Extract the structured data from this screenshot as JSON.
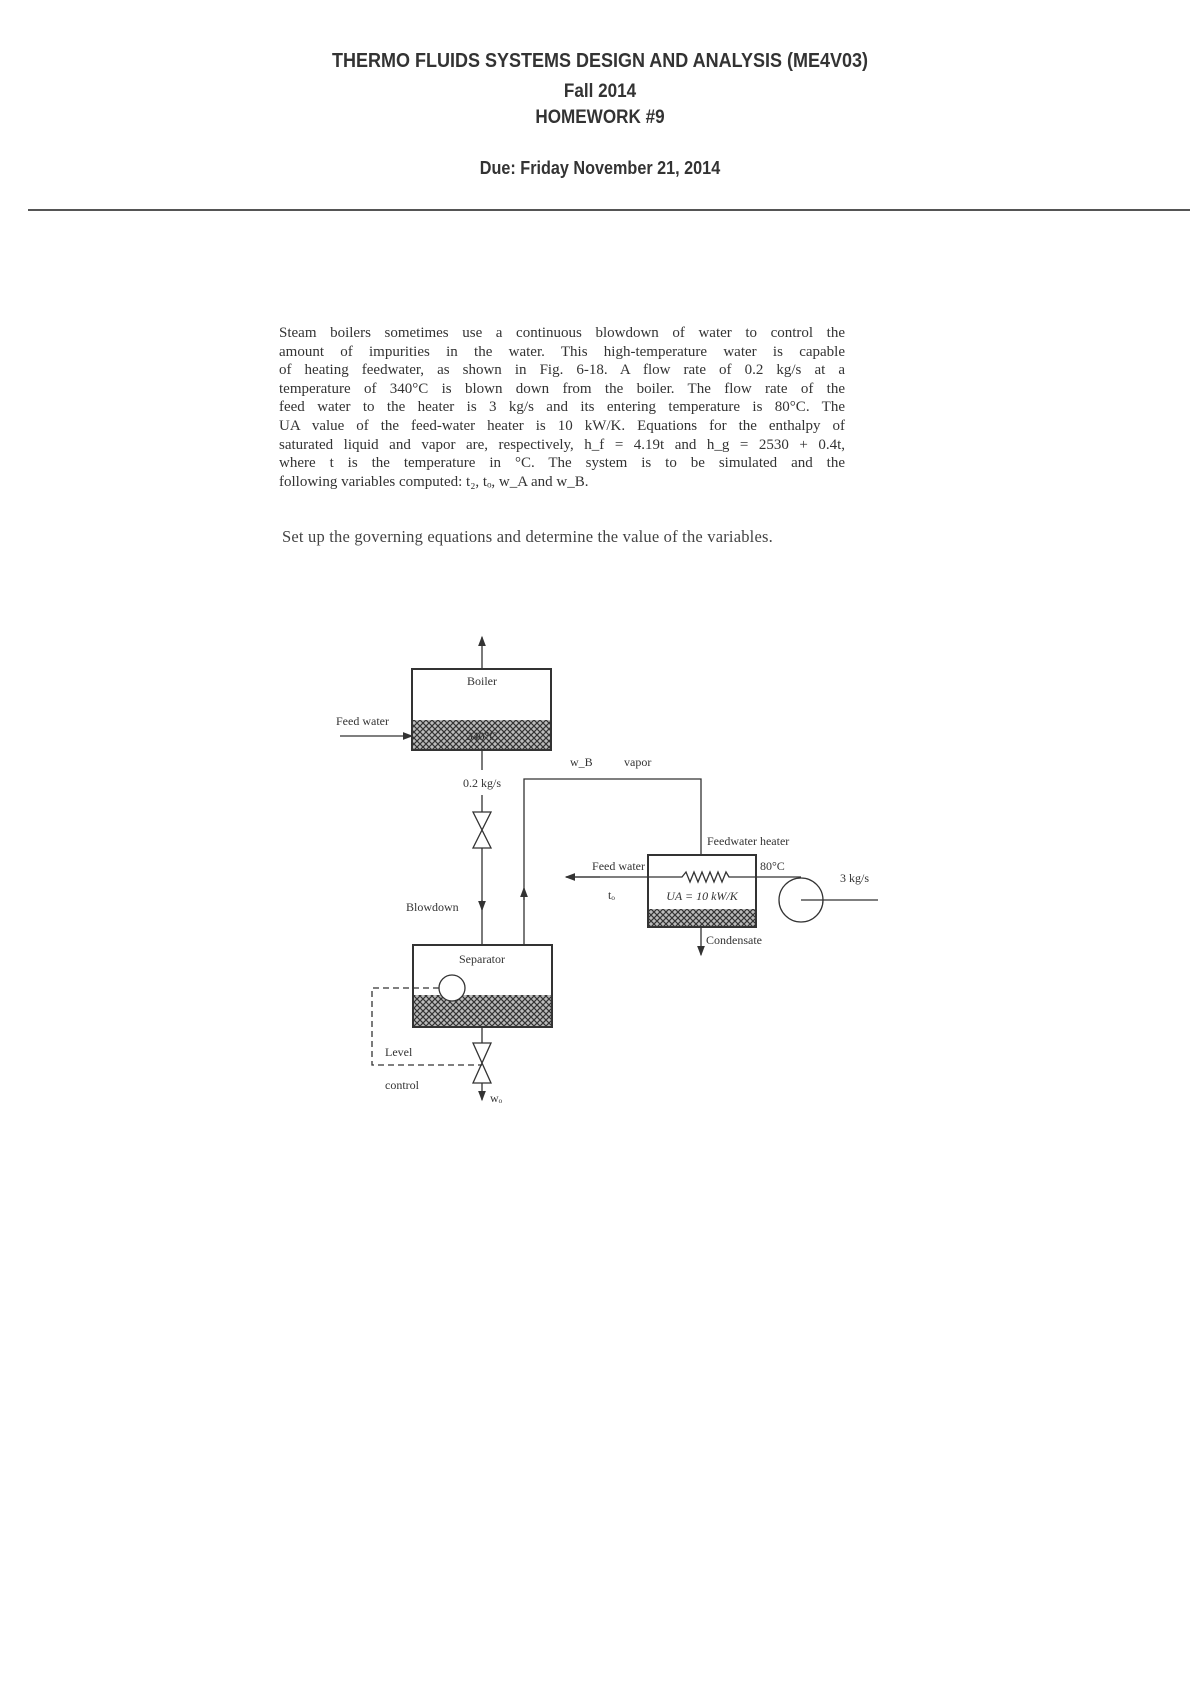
{
  "header": {
    "course_title": "THERMO FLUIDS SYSTEMS DESIGN AND ANALYSIS (ME4V03)",
    "term": "Fall 2014",
    "assignment": "HOMEWORK #9",
    "due": "Due: Friday November 21, 2014"
  },
  "problem": {
    "lines": [
      "Steam boilers sometimes use a continuous blowdown of water to control the",
      "amount of impurities in the water. This high-temperature water is capable",
      "of heating feedwater, as shown in Fig. 6-18. A flow rate of 0.2 kg/s at a",
      "temperature of 340°C is blown down from the boiler. The flow rate of the",
      "feed water to the heater is 3 kg/s and its entering temperature is 80°C. The",
      "UA value of the feed-water heater is 10 kW/K. Equations for the enthalpy of",
      "saturated liquid and vapor are, respectively, h_f = 4.19t and h_g = 2530 + 0.4t,",
      "where t is the temperature in °C. The system is to be simulated and the",
      "following variables computed: t₂, tₒ, w_A and w_B."
    ],
    "task": "Set up the governing equations and determine the value of the variables."
  },
  "diagram": {
    "boiler": "Boiler",
    "boiler_temp": "340°C",
    "feed_water_in": "Feed water",
    "blowdown_flow": "0.2 kg/s",
    "wB": "w_B",
    "vapor": "vapor",
    "feedwater_heater": "Feedwater heater",
    "feed_water_out": "Feed water",
    "t_out": "tₒ",
    "heater_inlet_temp": "80°C",
    "ua": "UA = 10 kW/K",
    "feed_flow": "3 kg/s",
    "blowdown": "Blowdown",
    "condensate": "Condensate",
    "separator": "Separator",
    "level": "Level",
    "control": "control",
    "wo": "wₒ"
  }
}
